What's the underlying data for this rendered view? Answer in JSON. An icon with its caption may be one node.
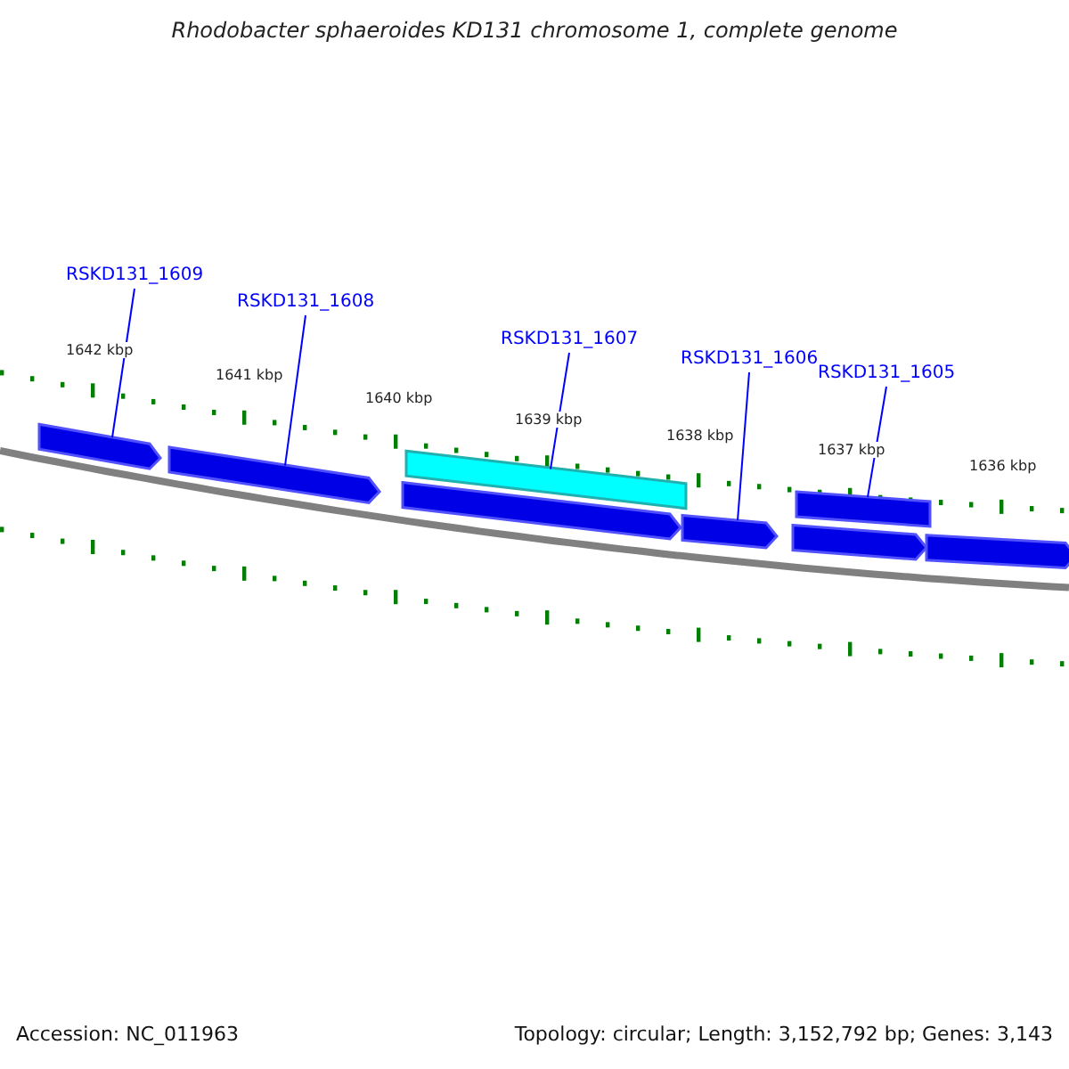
{
  "diagram": {
    "title": "Rhodobacter sphaeroides KD131 chromosome 1, complete genome",
    "nodes": [
      {
        "text": [
          "RSKD131_1609"
        ]
      },
      {
        "text": [
          "RSKD131_1608"
        ]
      },
      {
        "text": [
          "RSKD131_1607"
        ]
      },
      {
        "text": [
          "RSKD131_1606"
        ]
      },
      {
        "text": [
          "RSKD131_1605"
        ]
      },
      {
        "text": [],
        "shape": "bar"
      },
      {
        "text": [],
        "shape": "bar"
      },
      {
        "text": [],
        "shape": "bar"
      },
      {
        "text": [],
        "shape": "bar"
      },
      {
        "text": [],
        "shape": "bar"
      },
      {
        "text": [],
        "shape": "bar"
      },
      {
        "text": [],
        "shape": "bar"
      },
      {
        "text": [],
        "shape": "bar"
      }
    ],
    "edges": [
      {
        "from": 0,
        "to": 5,
        "arrow": "none"
      },
      {
        "from": 1,
        "to": 6,
        "arrow": "none"
      },
      {
        "from": 2,
        "to": 8,
        "arrow": "none"
      },
      {
        "from": 3,
        "to": 9,
        "arrow": "none"
      },
      {
        "from": 4,
        "to": 10,
        "arrow": "none"
      }
    ],
    "labels": [
      "1642 kbp",
      "1641 kbp",
      "1640 kbp",
      "1639 kbp",
      "1638 kbp",
      "1637 kbp",
      "1636 kbp",
      "Accession: NC_011963",
      "Topology: circular; Length: 3,152,792 bp; Genes: 3,143"
    ]
  }
}
